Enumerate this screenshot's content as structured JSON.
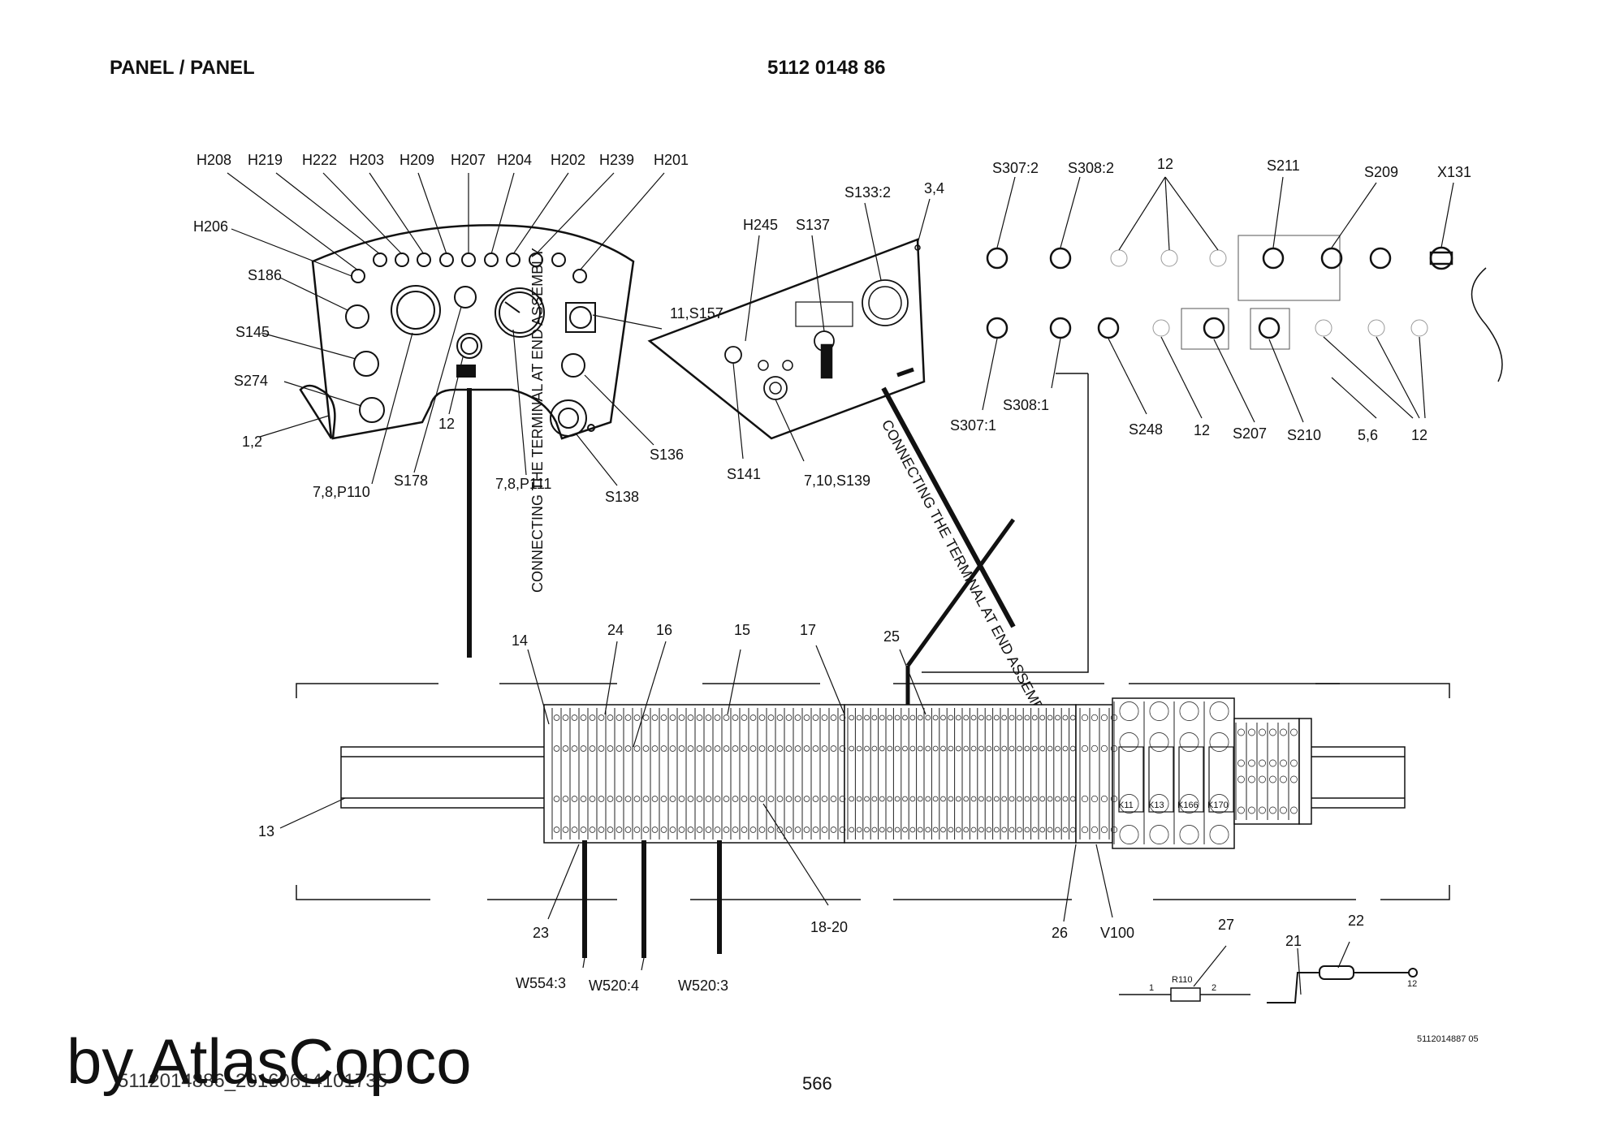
{
  "header": {
    "title": "PANEL / PANEL",
    "part_number": "5112 0148 86"
  },
  "footer": {
    "page_number": "566",
    "doc_code": "5112014887 05",
    "file_code": "5112014886_20160614101735",
    "watermark": "by AtlasCopco"
  },
  "panel_left": {
    "callouts_top": [
      "H208",
      "H219",
      "H222",
      "H203",
      "H209",
      "H207",
      "H204",
      "H202",
      "H239",
      "H201"
    ],
    "callouts_left": [
      "H206",
      "S186",
      "S145",
      "S274",
      "1,2"
    ],
    "callouts_bottom": [
      "7,8,P110",
      "S178",
      "12",
      "7,8,P111",
      "S138",
      "S136"
    ],
    "callout_right": "11,S157",
    "cable_note": "CONNECTING THE TERMINAL AT END ASSEMBLY"
  },
  "panel_middle": {
    "callouts": [
      "H245",
      "S137",
      "S133:2",
      "3,4",
      "S141",
      "7,10,S139"
    ],
    "cable_note": "CONNECTING THE TERMINAL AT END ASSEMBLY"
  },
  "panel_right": {
    "callouts_top": [
      "S307:2",
      "S308:2",
      "12",
      "S211",
      "S209",
      "X131"
    ],
    "callouts_bottom": [
      "S307:1",
      "S308:1",
      "S248",
      "12",
      "S207",
      "S210",
      "5,6",
      "12"
    ]
  },
  "terminal_rail": {
    "callouts_top": [
      "14",
      "24",
      "16",
      "15",
      "17",
      "25"
    ],
    "callouts_bottom": [
      "13",
      "23",
      "18-20",
      "26",
      "V100"
    ],
    "cables": [
      "W554:3",
      "W520:4",
      "W520:3"
    ],
    "relays": [
      "K11",
      "K13",
      "K166",
      "K170"
    ]
  },
  "parts": {
    "resistor_callout": "27",
    "resistor_label": "R110",
    "resistor_pin1": "1",
    "resistor_pin2": "2",
    "fuse_callout_a": "21",
    "fuse_callout_b": "22",
    "fuse_end_label": "12"
  }
}
